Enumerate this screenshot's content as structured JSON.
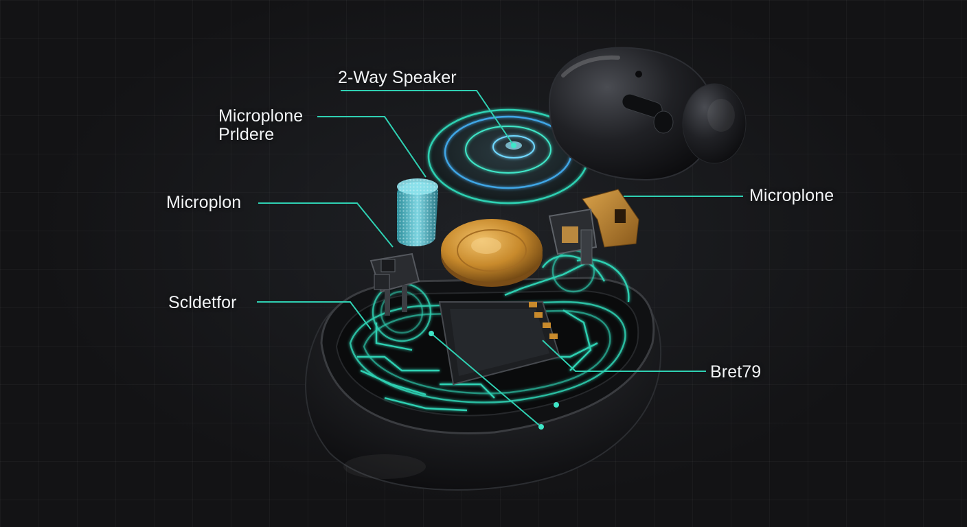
{
  "labels": {
    "speaker": "2-Way Speaker",
    "mic_top_line1": "Microplone",
    "mic_top_line2": "Prldere",
    "mic_left": "Microplon",
    "mic_right": "Microplone",
    "sensor": "Scldetfor",
    "battery": "Bret79"
  },
  "colors": {
    "accent": "#2fd1b3",
    "glow": "#3fe6c8",
    "gold": "#c88a2c",
    "shell": "#1b1c1f",
    "background": "#131315"
  }
}
